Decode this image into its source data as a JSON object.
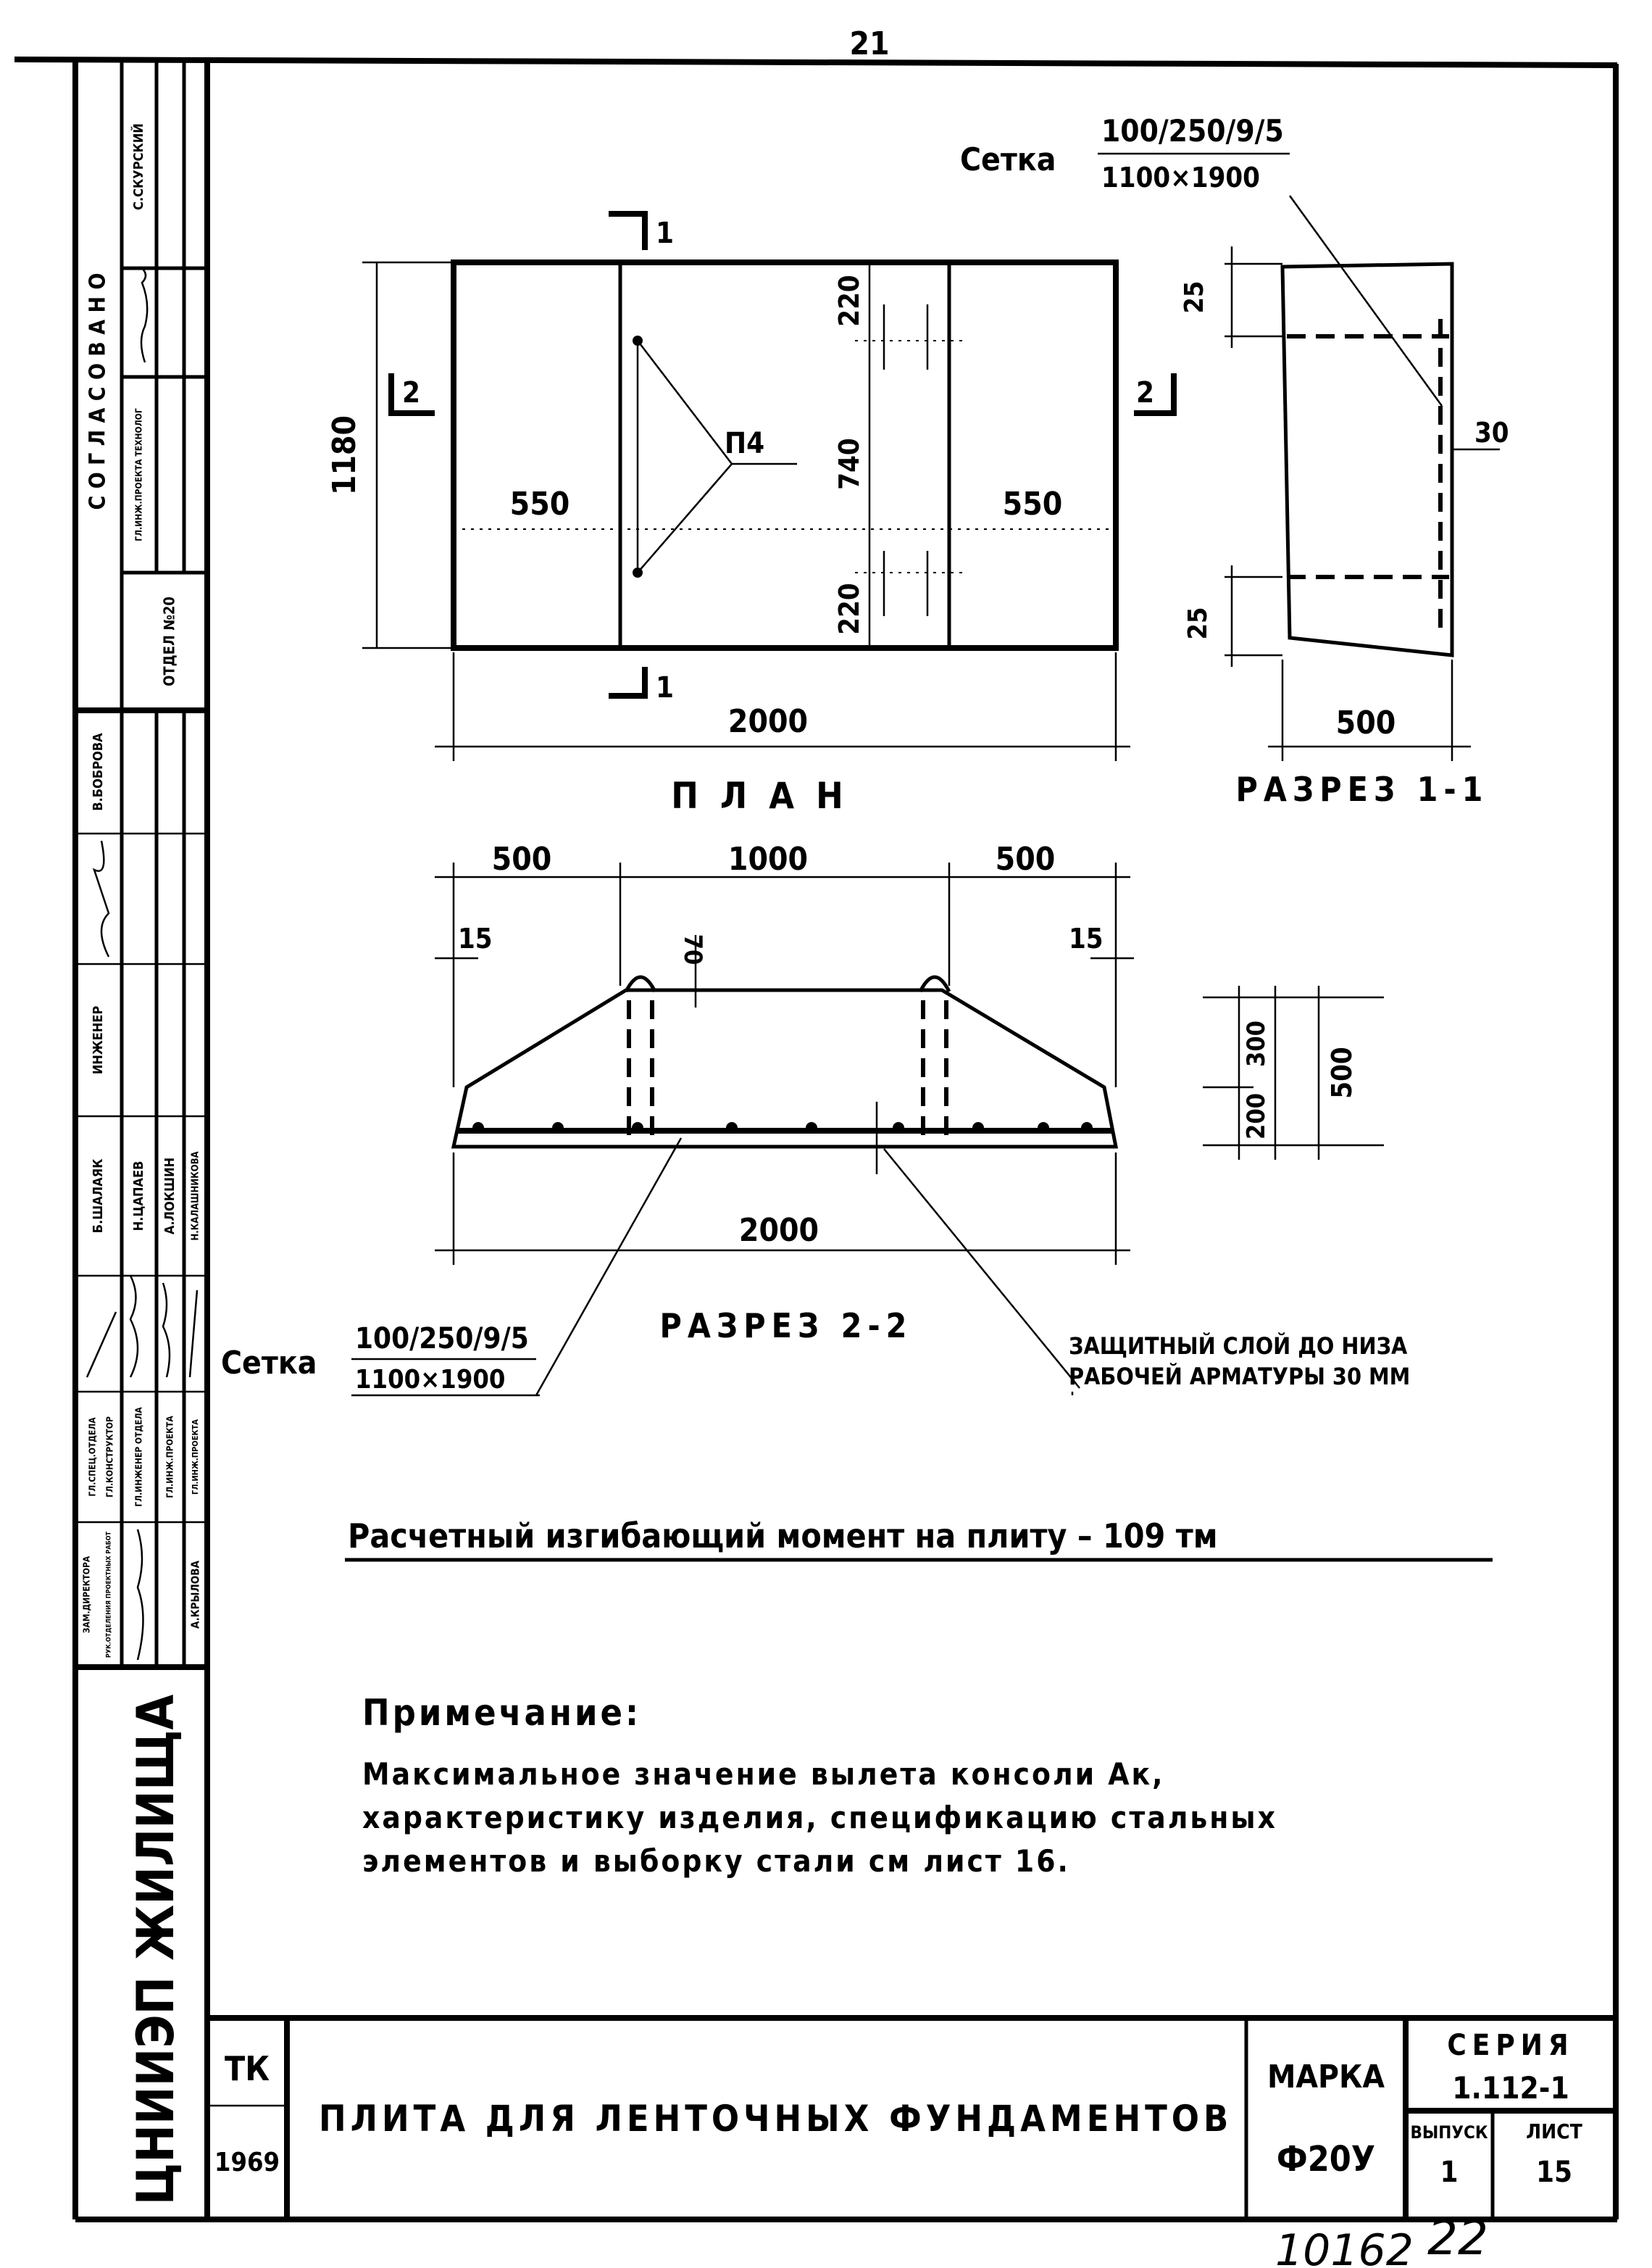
{
  "page_number_top": "21",
  "mesh": {
    "label": "Сетка",
    "spec": "100/250/9/5",
    "size": "1100×1900"
  },
  "plan": {
    "title": "ПЛАН",
    "width": "2000",
    "left": "550",
    "right": "550",
    "height": "1180",
    "top_offset": "220",
    "middle": "740",
    "bottom_offset": "220",
    "loop_mark": "П4",
    "cut1_top": "1",
    "cut1_bottom": "1",
    "cut2_left": "2",
    "cut2_right": "2"
  },
  "section_1_1": {
    "title": "РАЗРЕЗ 1-1",
    "top_cover": "25",
    "bottom_cover": "25",
    "cover": "30",
    "width": "500"
  },
  "section_2_2": {
    "title": "РАЗРЕЗ 2-2",
    "left": "500",
    "middle": "1000",
    "right": "500",
    "edge_left": "15",
    "edge_right": "15",
    "loop": "70",
    "width": "2000",
    "callout_line1": "ЗАЩИТНЫЙ СЛОЙ ДО НИЗА",
    "callout_line2": "РАБОЧЕЙ АРМАТУРЫ 30 ММ"
  },
  "height_detail": {
    "upper": "300",
    "lower": "200",
    "total": "500"
  },
  "moment": "Расчетный изгибающий момент на плиту – 109 тм",
  "note": {
    "heading": "Примечание:",
    "lines": [
      "Максимальное значение вылета консоли Ак,",
      "характеристику изделия, спецификацию стальных",
      "элементов и выборку стали см лист 16."
    ]
  },
  "title_block": {
    "tk": "ТК",
    "year": "1969",
    "name": "ПЛИТА ДЛЯ ЛЕНТОЧНЫХ ФУНДАМЕНТОВ",
    "marka_label": "МАРКА",
    "marka": "Ф20У",
    "seria_label": "СЕРИЯ",
    "seria": "1.112-1",
    "vypusk_label": "ВЫПУСК",
    "vypusk": "1",
    "list_label": "ЛИСТ",
    "list": "15"
  },
  "handwritten_bottom": {
    "number": "10162",
    "page": "22"
  },
  "side_strip": {
    "approved": "С О Г Л А С О В А Н О",
    "dept": "ОТДЕЛ №20",
    "chief_eng_tech": "ГЛ.ИНЖ.ПРОЕКТА ТЕХНОЛОГ",
    "skursky": "С.СКУРСКИЙ",
    "bobrova": "В.БОБРОВА",
    "engineer": "ИНЖЕНЕР",
    "shalayak": "Б.ШАЛАЯК",
    "tsapaev": "Н.ЦАПАЕВ",
    "lokshin": "А.ЛОКШИН",
    "kalashnikova": "Н.КАЛАШНИКОВА",
    "role_spec": "ГЛ.СПЕЦ.ОТДЕЛА",
    "role_constr": "ГЛ.КОНСТРУКТОР",
    "role_eng_dept": "ГЛ.ИНЖЕНЕР ОТДЕЛА",
    "role_proj1": "ГЛ.ИНЖ.ПРОЕКТА",
    "role_proj2": "ГЛ.ИНЖ.ПРОЕКТА",
    "role_deputy": "ЗАМ.ДИРЕКТОРА",
    "role_head": "РУК.ОТДЕЛЕНИЯ ПРОЕКТНЫХ РАБОТ",
    "krylova": "А.КРЫЛОВА",
    "org_logo": "ЦНИИЭП ЖИЛИЩА"
  }
}
